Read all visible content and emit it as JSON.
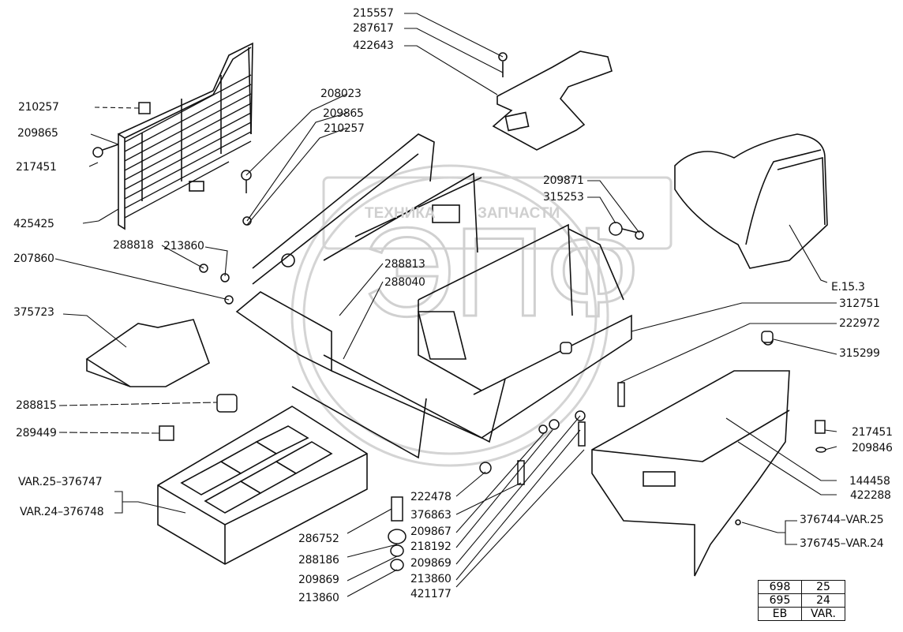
{
  "diagram": {
    "watermark": {
      "logo": "ЭПФ",
      "left_text": "ТЕХНИКА",
      "right_text": "ЗАПЧАСТИ"
    },
    "callouts": [
      {
        "id": "215557",
        "text": "215557"
      },
      {
        "id": "287617",
        "text": "287617"
      },
      {
        "id": "422643",
        "text": "422643"
      },
      {
        "id": "210257a",
        "text": "210257"
      },
      {
        "id": "209865a",
        "text": "209865"
      },
      {
        "id": "217451a",
        "text": "217451"
      },
      {
        "id": "425425",
        "text": "425425"
      },
      {
        "id": "208023",
        "text": "208023"
      },
      {
        "id": "209865b",
        "text": "209865"
      },
      {
        "id": "210257b",
        "text": "210257"
      },
      {
        "id": "288818",
        "text": "288818"
      },
      {
        "id": "213860a",
        "text": "213860"
      },
      {
        "id": "207860",
        "text": "207860"
      },
      {
        "id": "288813",
        "text": "288813"
      },
      {
        "id": "288040",
        "text": "288040"
      },
      {
        "id": "375723",
        "text": "375723"
      },
      {
        "id": "288815",
        "text": "288815"
      },
      {
        "id": "289449",
        "text": "289449"
      },
      {
        "id": "var25",
        "text": "VAR.25–376747"
      },
      {
        "id": "var24",
        "text": "VAR.24–376748"
      },
      {
        "id": "286752",
        "text": "286752"
      },
      {
        "id": "288186",
        "text": "288186"
      },
      {
        "id": "209869a",
        "text": "209869"
      },
      {
        "id": "213860b",
        "text": "213860"
      },
      {
        "id": "222478",
        "text": "222478"
      },
      {
        "id": "376863",
        "text": "376863"
      },
      {
        "id": "209867",
        "text": "209867"
      },
      {
        "id": "218192",
        "text": "218192"
      },
      {
        "id": "209869b",
        "text": "209869"
      },
      {
        "id": "213860c",
        "text": "213860"
      },
      {
        "id": "421177",
        "text": "421177"
      },
      {
        "id": "209871",
        "text": "209871"
      },
      {
        "id": "315253",
        "text": "315253"
      },
      {
        "id": "E153",
        "text": "E.15.3"
      },
      {
        "id": "312751",
        "text": "312751"
      },
      {
        "id": "222972",
        "text": "222972"
      },
      {
        "id": "315299",
        "text": "315299"
      },
      {
        "id": "217451b",
        "text": "217451"
      },
      {
        "id": "209846",
        "text": "209846"
      },
      {
        "id": "144458",
        "text": "144458"
      },
      {
        "id": "422288",
        "text": "422288"
      },
      {
        "id": "376744",
        "text": "376744–VAR.25"
      },
      {
        "id": "376745",
        "text": "376745–VAR.24"
      }
    ],
    "variant_table": {
      "rows": [
        [
          "698",
          "25"
        ],
        [
          "695",
          "24"
        ],
        [
          "EB",
          "VAR."
        ]
      ]
    }
  }
}
